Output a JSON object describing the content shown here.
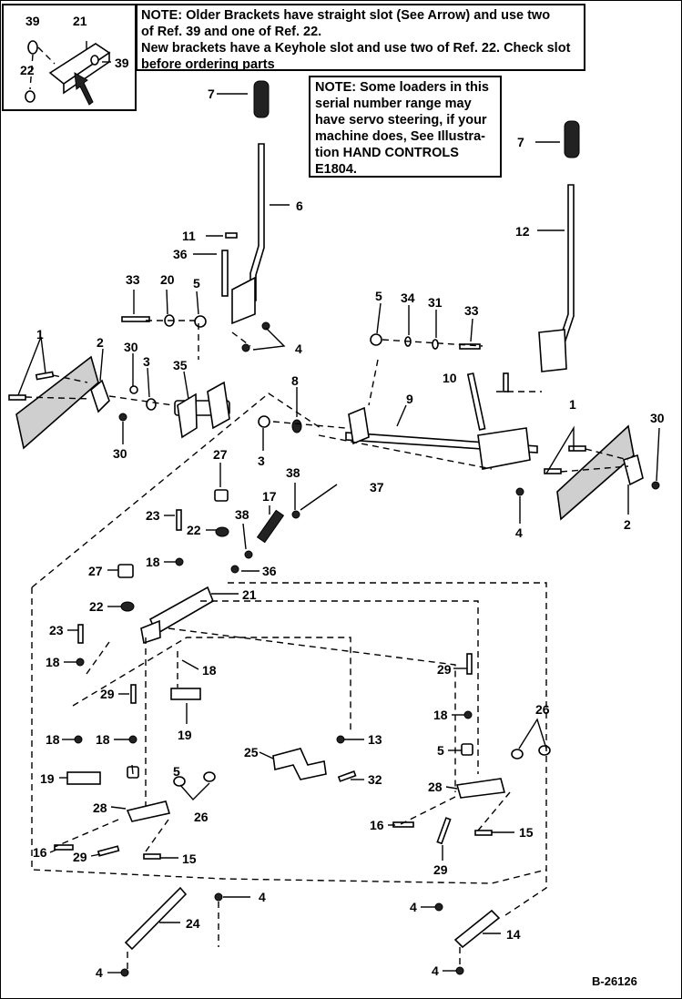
{
  "notes": {
    "brackets": {
      "line1": "NOTE: Older Brackets have straight slot (See Arrow) and use two",
      "line2": "of Ref. 39 and one of Ref. 22.",
      "line3": "New brackets have a Keyhole slot and use two of Ref. 22. Check slot",
      "line4": "before ordering parts"
    },
    "servo": {
      "line1": "NOTE: Some loaders in this",
      "line2": "serial number range may",
      "line3": "have servo steering, if your",
      "line4": "machine does, See Illustra-",
      "line5": "tion HAND CONTROLS",
      "line6": "E1804."
    }
  },
  "figure_number": "B-26126",
  "callouts": {
    "inset_39": "39",
    "inset_21": "21",
    "inset_22": "22",
    "inset_39b": "39",
    "c7a": "7",
    "c7b": "7",
    "c6": "6",
    "c11": "11",
    "c36a": "36",
    "c12": "12",
    "c33a": "33",
    "c20": "20",
    "c5a": "5",
    "c4a": "4",
    "c5b": "5",
    "c34": "34",
    "c31": "31",
    "c33b": "33",
    "c10": "10",
    "c1a": "1",
    "c2a": "2",
    "c30a": "30",
    "c3a": "3",
    "c35": "35",
    "c30b": "30",
    "c8": "8",
    "c9": "9",
    "c1b": "1",
    "c30c": "30",
    "c2b": "2",
    "c3b": "3",
    "c27a": "27",
    "c38a": "38",
    "c37": "37",
    "c4b": "4",
    "c23a": "23",
    "c22a": "22",
    "c38b": "38",
    "c17": "17",
    "c18a": "18",
    "c27b": "27",
    "c36b": "36",
    "c22b": "22",
    "c21": "21",
    "c23b": "23",
    "c18b": "18",
    "c18c": "18",
    "c29a": "29",
    "c19a": "19",
    "c29b": "29",
    "c18d": "18",
    "c18e": "18",
    "c26a": "26",
    "c18f": "18",
    "c13": "13",
    "c5c": "5",
    "c19b": "19",
    "c5d": "5",
    "c25": "25",
    "c32": "32",
    "c28a": "28",
    "c26b": "26",
    "c28b": "28",
    "c16a": "16",
    "c15a": "15",
    "c16b": "16",
    "c29c": "29",
    "c15b": "15",
    "c29d": "29",
    "c4c": "4",
    "c4d": "4",
    "c24": "24",
    "c14": "14",
    "c4e": "4",
    "c4f": "4"
  }
}
